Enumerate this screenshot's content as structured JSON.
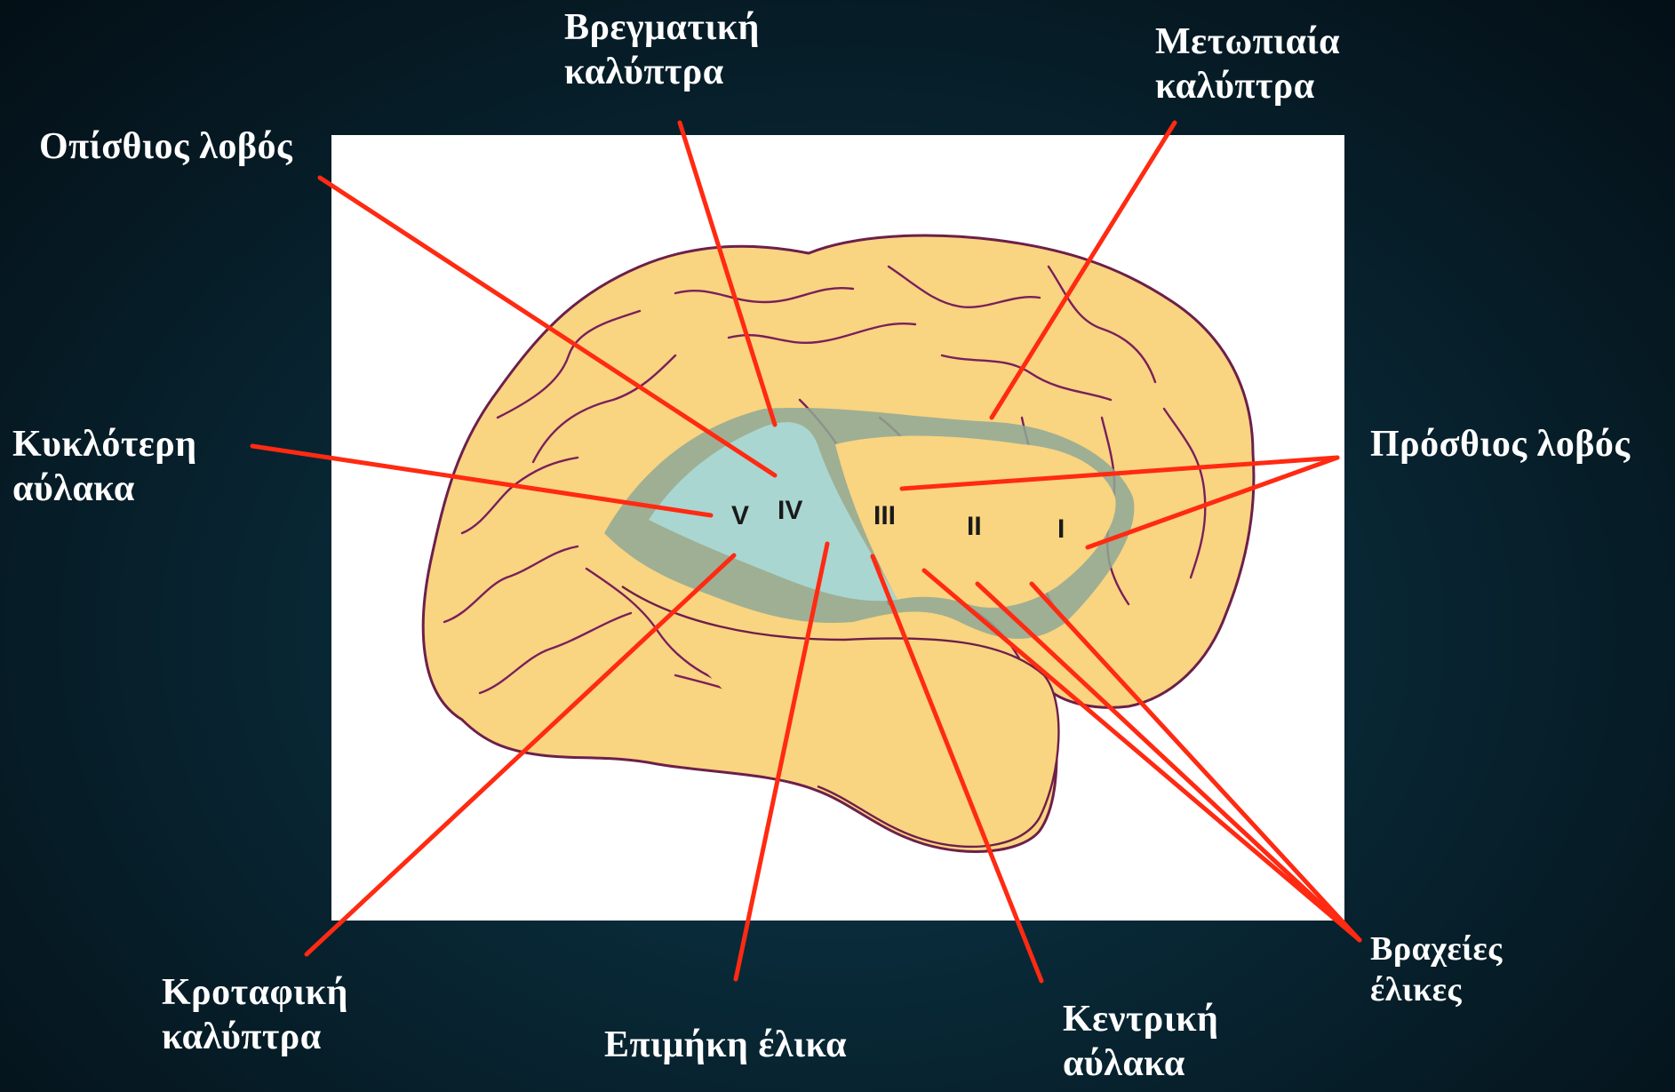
{
  "colors": {
    "background": "#082633",
    "panel": "#ffffff",
    "brain_fill": "#f9d481",
    "sulci": "#7a1f5a",
    "insula_fill": "#a9d6d0",
    "insula_shadow": "#8fa896",
    "leader_lines": "#ff2a12",
    "label_text": "#ffffff"
  },
  "labels": {
    "parietal_operculum": [
      "Βρεγματική",
      "καλύπτρα"
    ],
    "frontal_operculum": [
      "Μετωπιαία",
      "καλύπτρα"
    ],
    "posterior_lobe": "Οπίσθιος λοβός",
    "circular_sulcus": [
      "Κυκλότερη",
      "αύλακα"
    ],
    "anterior_lobe": "Πρόσθιος λοβός",
    "temporal_operculum": [
      "Κροταφική",
      "καλύπτρα"
    ],
    "long_gyrus": "Επιμήκη έλικα",
    "central_sulcus": [
      "Κεντρική",
      "αύλακα"
    ],
    "short_gyri": [
      "Βραχείες",
      "έλικες"
    ]
  },
  "gyrus_numerals": [
    "V",
    "IV",
    "III",
    "II",
    "I"
  ]
}
